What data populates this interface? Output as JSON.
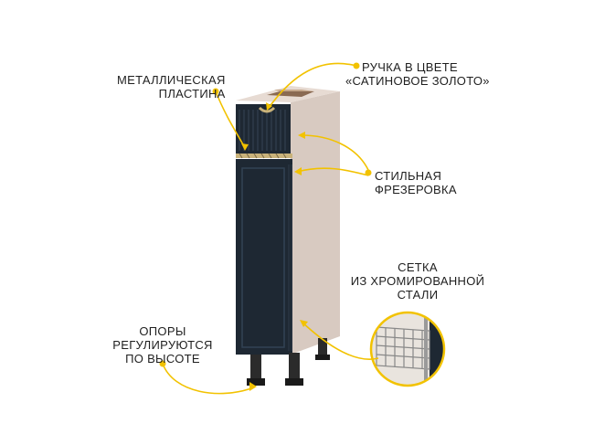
{
  "colors": {
    "accent": "#f2c200",
    "facade": "#1f2a36",
    "body": "#d7c8bf",
    "metal": "#c9b27a",
    "leg": "#2b2b2b"
  },
  "callouts": {
    "metal_plate": {
      "line1": "МЕТАЛЛИЧЕСКАЯ",
      "line2": "ПЛАСТИНА"
    },
    "handle": {
      "line1": "РУЧКА В ЦВЕТЕ",
      "line2": "«САТИНОВОЕ ЗОЛОТО»"
    },
    "milling": {
      "line1": "СТИЛЬНАЯ",
      "line2": "ФРЕЗЕРОВКА"
    },
    "mesh": {
      "line1": "СЕТКА",
      "line2": "ИЗ ХРОМИРОВАННОЙ",
      "line3": "СТАЛИ"
    },
    "legs": {
      "line1": "ОПОРЫ",
      "line2": "РЕГУЛИРУЮТСЯ",
      "line3": "ПО ВЫСОТЕ"
    }
  }
}
